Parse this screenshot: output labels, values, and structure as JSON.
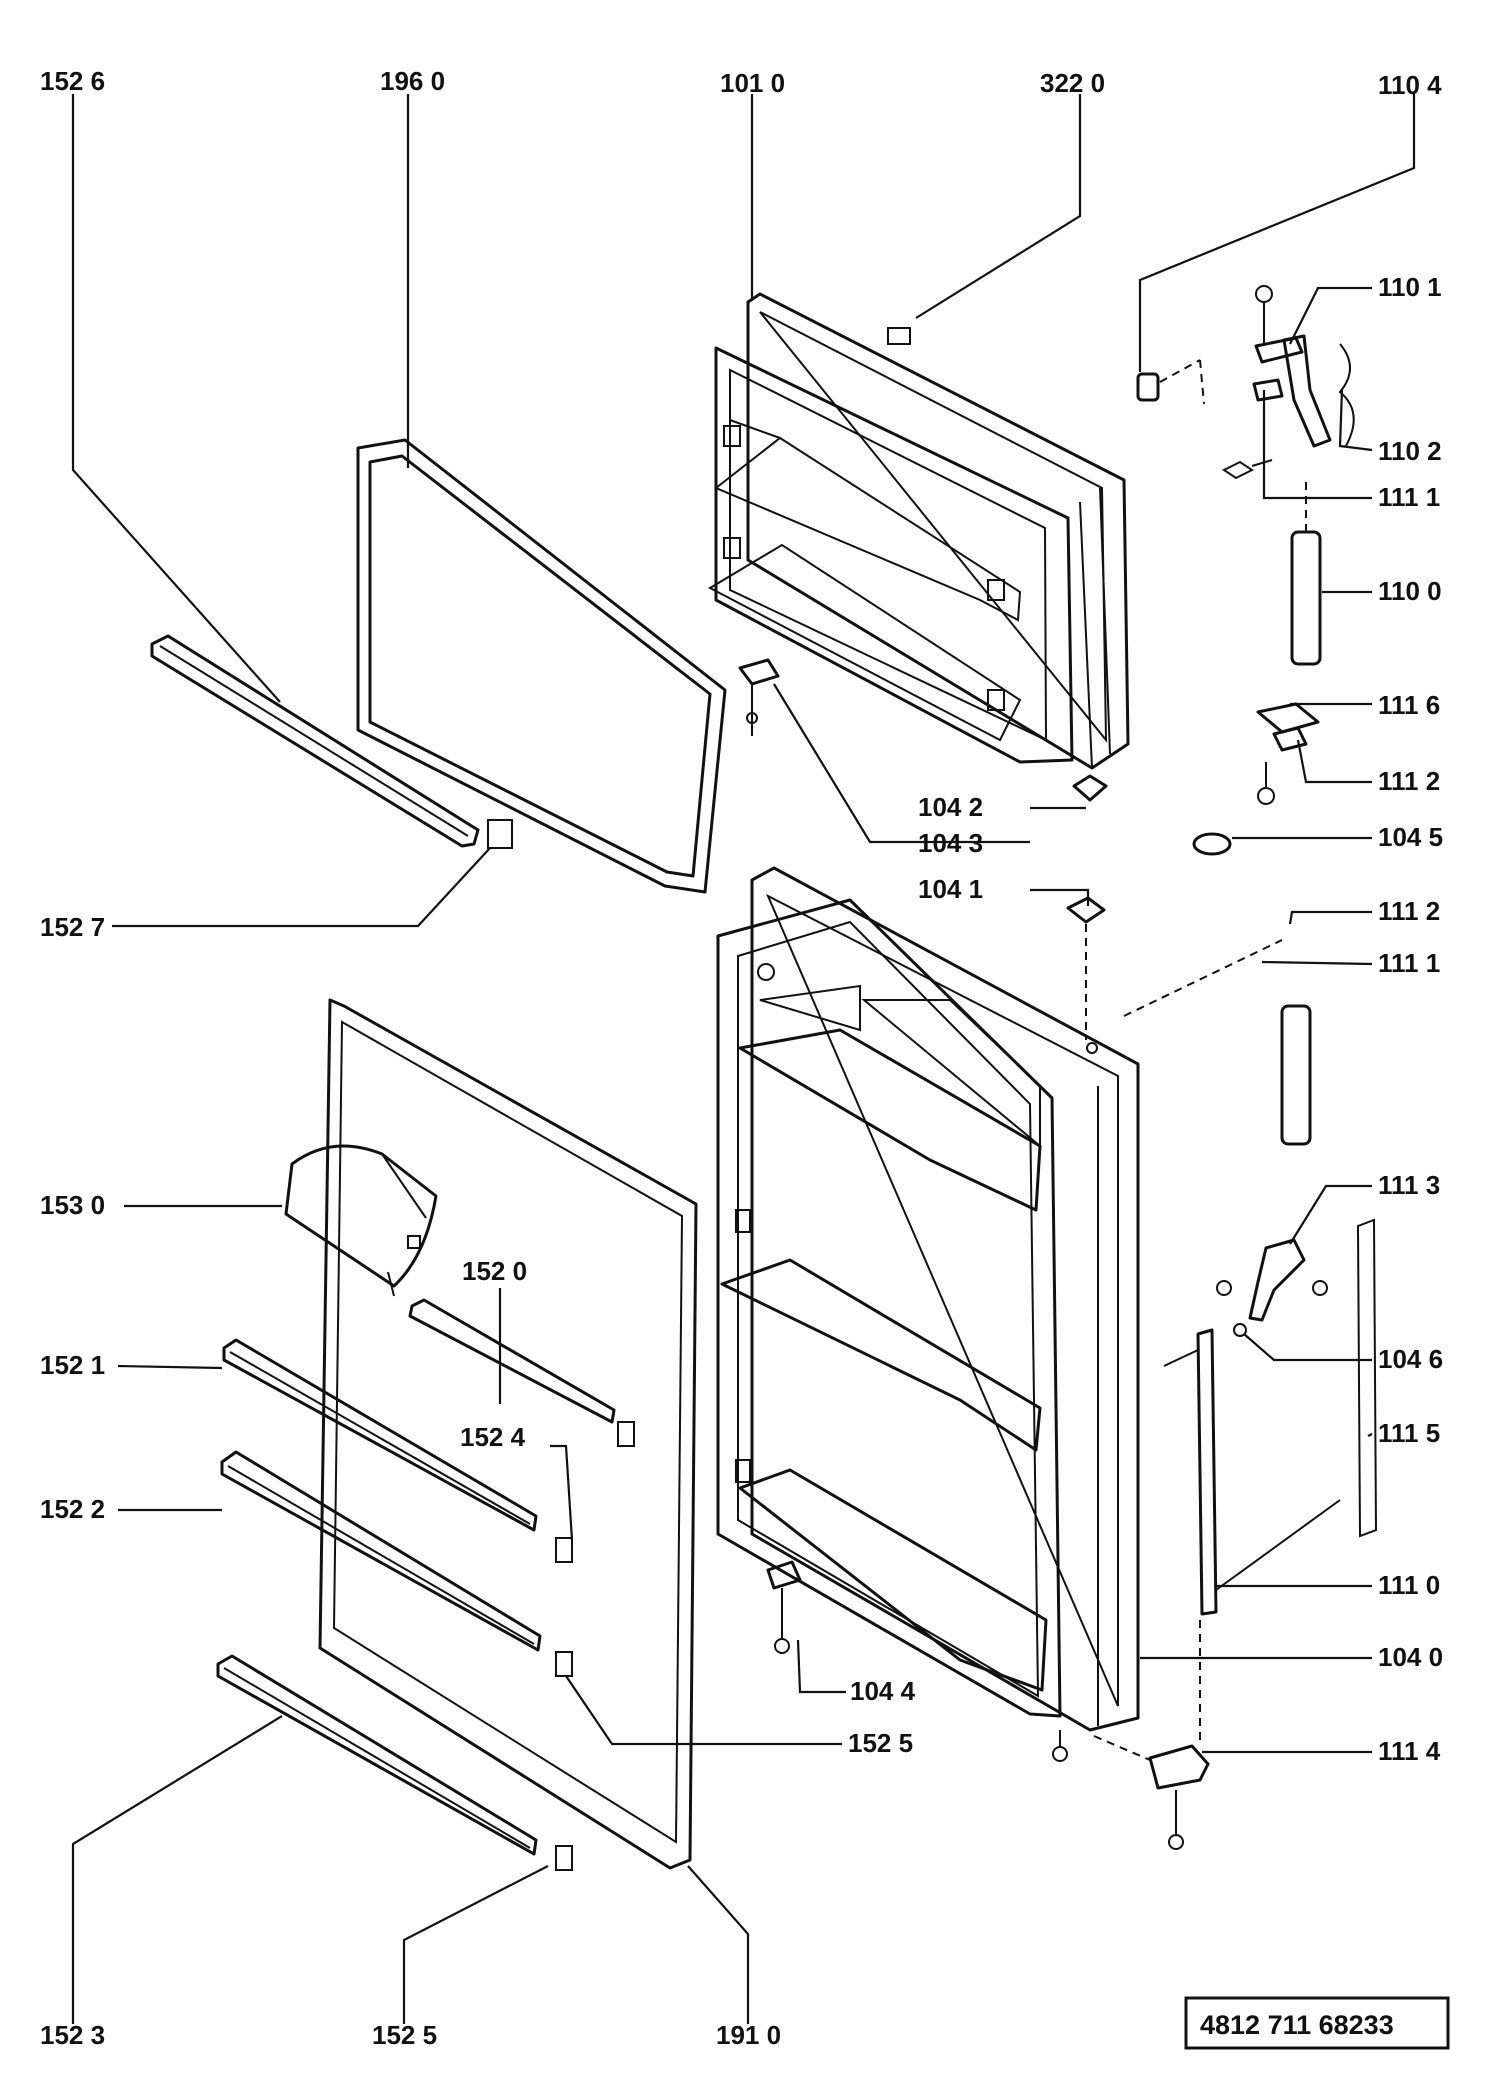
{
  "labels": {
    "l_152_6": "152 6",
    "l_196_0": "196 0",
    "l_101_0": "101 0",
    "l_322_0": "322 0",
    "l_110_4": "110 4",
    "l_110_1": "110 1",
    "l_110_2": "110 2",
    "l_111_1a": "111 1",
    "l_110_0": "110 0",
    "l_111_6": "111 6",
    "l_111_2a": "111 2",
    "l_104_2": "104 2",
    "l_104_3": "104 3",
    "l_104_5": "104 5",
    "l_104_1": "104 1",
    "l_111_2b": "111 2",
    "l_111_1b": "111 1",
    "l_152_7": "152 7",
    "l_153_0": "153 0",
    "l_152_0": "152 0",
    "l_111_3": "111 3",
    "l_152_1": "152 1",
    "l_152_4": "152 4",
    "l_104_6": "104 6",
    "l_111_5": "111 5",
    "l_152_2": "152 2",
    "l_111_0": "111 0",
    "l_104_0": "104 0",
    "l_104_4": "104 4",
    "l_152_5a": "152 5",
    "l_111_4": "111 4",
    "l_152_3": "152 3",
    "l_152_5b": "152 5",
    "l_191_0": "191 0"
  },
  "catalog_number": "4812  711  68233"
}
